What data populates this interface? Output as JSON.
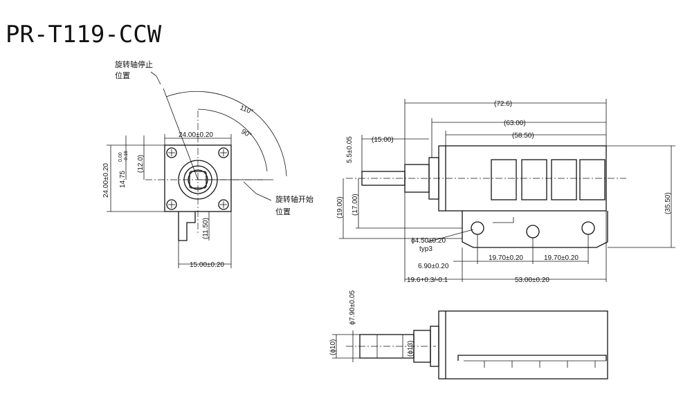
{
  "title": "PR-T119-CCW",
  "labels": {
    "stop_line1": "旋转轴停止",
    "stop_line2": "位置",
    "start_line1": "旋转轴开始",
    "start_line2": "位置"
  },
  "front_view": {
    "angle_outer": "110°",
    "angle_inner": "90°",
    "width_top": "24.00±0.20",
    "height_left": "24.00±0.20",
    "shaft_offset": "14.75",
    "shaft_tol_upper": "0.00",
    "shaft_tol_lower": "-0.15",
    "half_height": "(12.0)",
    "tab_height": "(11.50)",
    "bottom_width": "15.00±0.20"
  },
  "side_view": {
    "overall_length": "(72.6)",
    "body_length": "(63.00)",
    "coil_length": "(58.50)",
    "shaft_length": "(15.00)",
    "shaft_small": "5.5±0.05",
    "height_total": "(35.50)",
    "axis_height": "(19.00)",
    "axis_height2": "(17.00)",
    "hole_dia": "ϕ4.50±0.20",
    "hole_count": "typ3",
    "hole_offset": "6.90±0.20",
    "hole_pitch1": "19.70±0.20",
    "hole_pitch2": "19.70±0.20",
    "front_len": "19.6+0.3/-0.1",
    "base_len": "53.00±0.20"
  },
  "bottom_view": {
    "shaft_dia": "ϕ7.90±0.05",
    "dia10": "(ϕ10)",
    "dia13": "(ϕ13)"
  }
}
